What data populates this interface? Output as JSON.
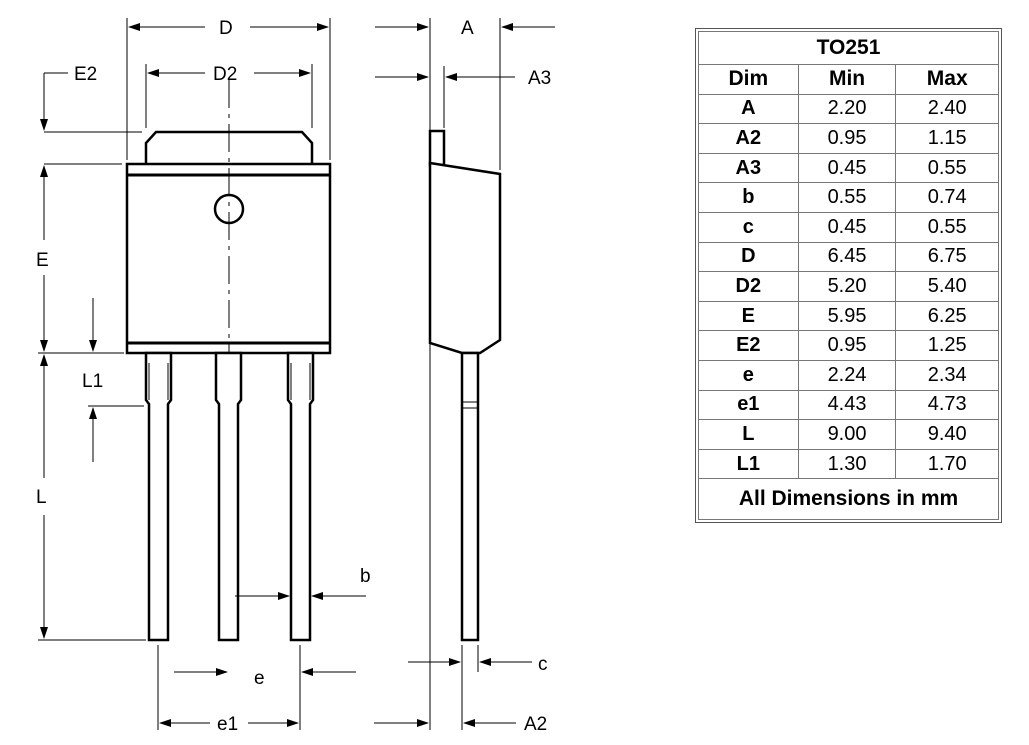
{
  "drawing": {
    "labels": {
      "D": "D",
      "D2": "D2",
      "E2": "E2",
      "E": "E",
      "L1": "L1",
      "L": "L",
      "b": "b",
      "e": "e",
      "e1": "e1",
      "A": "A",
      "A3": "A3",
      "c": "c",
      "A2": "A2"
    }
  },
  "table": {
    "title": "TO251",
    "headers": [
      "Dim",
      "Min",
      "Max"
    ],
    "rows": [
      [
        "A",
        "2.20",
        "2.40"
      ],
      [
        "A2",
        "0.95",
        "1.15"
      ],
      [
        "A3",
        "0.45",
        "0.55"
      ],
      [
        "b",
        "0.55",
        "0.74"
      ],
      [
        "c",
        "0.45",
        "0.55"
      ],
      [
        "D",
        "6.45",
        "6.75"
      ],
      [
        "D2",
        "5.20",
        "5.40"
      ],
      [
        "E",
        "5.95",
        "6.25"
      ],
      [
        "E2",
        "0.95",
        "1.25"
      ],
      [
        "e",
        "2.24",
        "2.34"
      ],
      [
        "e1",
        "4.43",
        "4.73"
      ],
      [
        "L",
        "9.00",
        "9.40"
      ],
      [
        "L1",
        "1.30",
        "1.70"
      ]
    ],
    "footer": "All Dimensions in mm"
  }
}
